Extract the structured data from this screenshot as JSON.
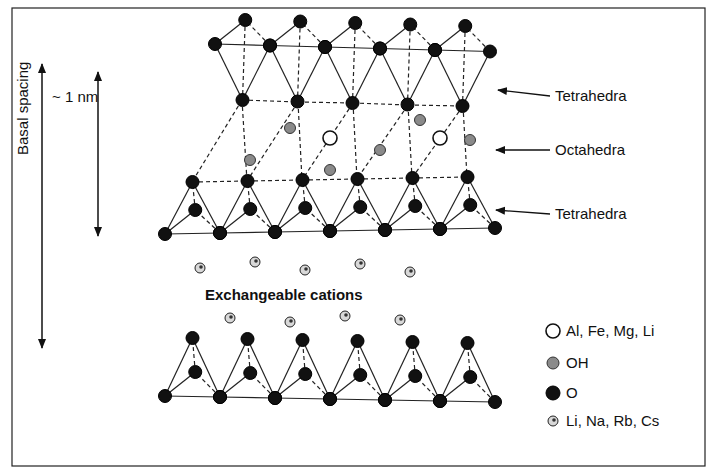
{
  "diagram": {
    "labels": [
      "Basal spacing",
      "~ 1 nm",
      "Tetrahedra",
      "Octahedra",
      "Tetrahedra",
      "Exchangeable cations"
    ],
    "legend": [
      {
        "text": "Al, Fe, Mg, Li"
      },
      {
        "text": "OH"
      },
      {
        "text": "O"
      },
      {
        "text": "Li, Na, Rb, Cs"
      }
    ]
  }
}
